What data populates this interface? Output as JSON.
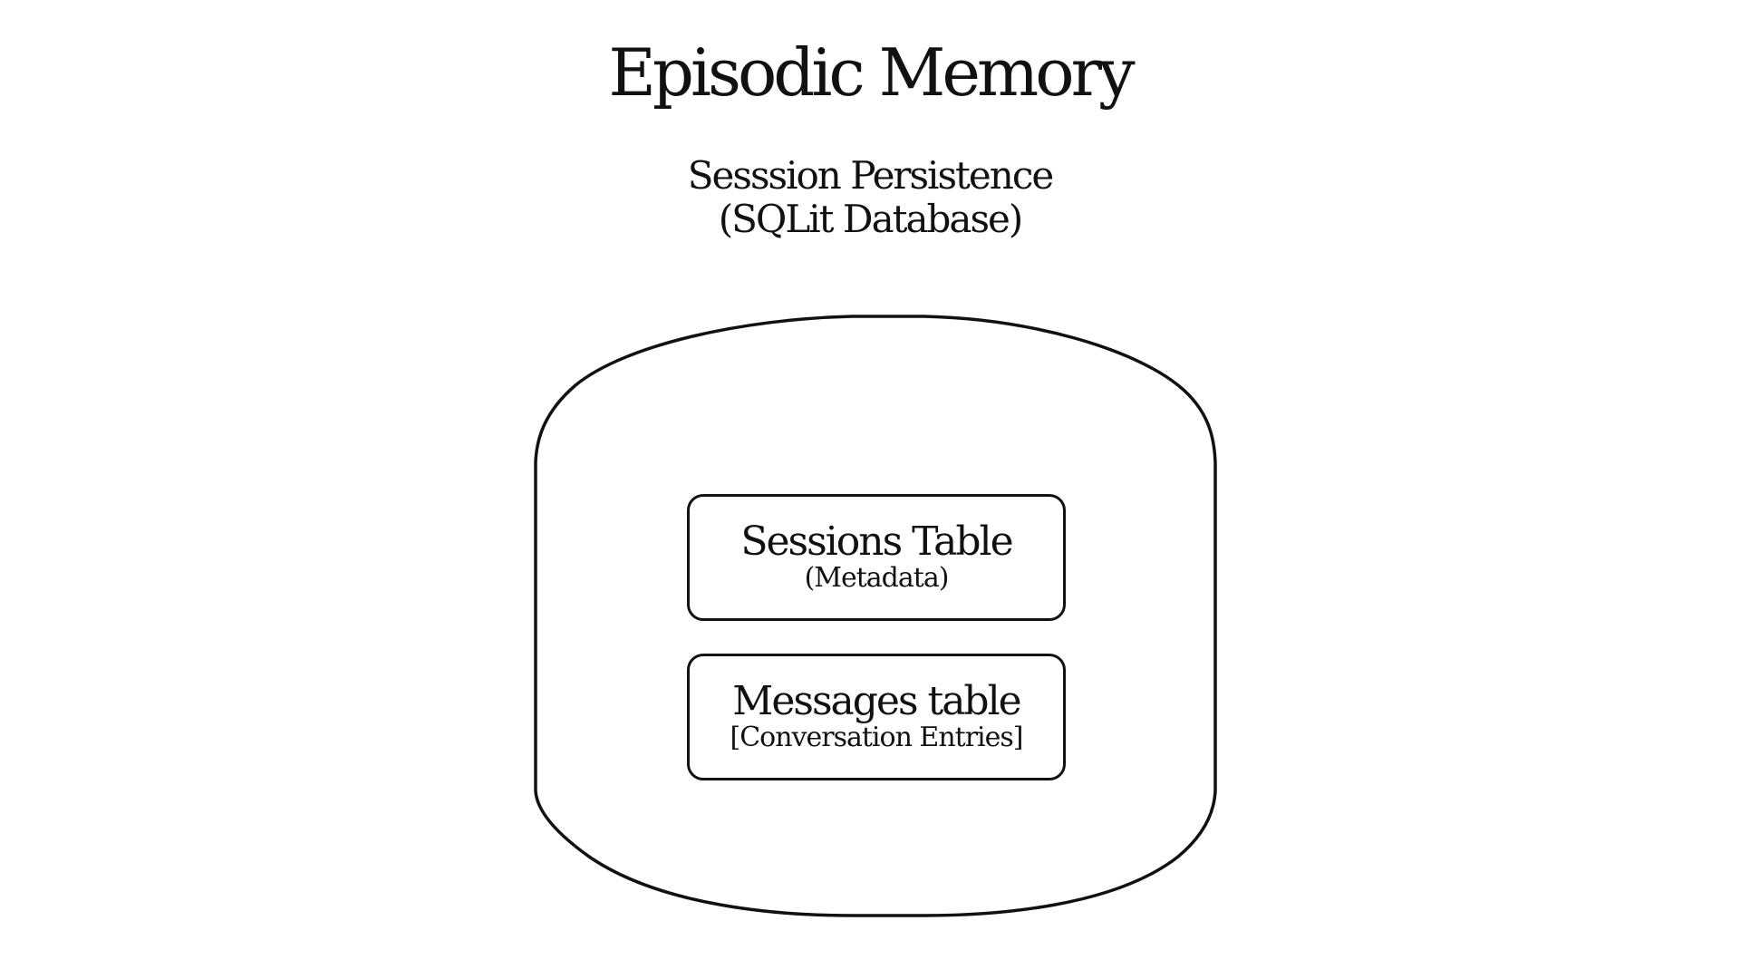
{
  "diagram": {
    "title": "Episodic Memory",
    "subtitle": {
      "line1": "Sesssion Persistence",
      "line2": "(SQLit Database)"
    },
    "database": {
      "sessions_table": {
        "title": "Sessions Table",
        "subtitle": "(Metadata)"
      },
      "messages_table": {
        "title": "Messages table",
        "subtitle": "[Conversation Entries]"
      }
    }
  }
}
